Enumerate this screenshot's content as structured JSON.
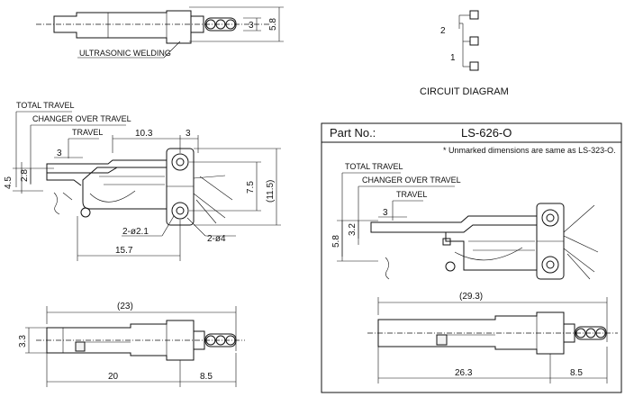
{
  "top_left_view": {
    "dim_3": "3",
    "dim_5_8": "5.8",
    "callout": "ULTRASONIC WELDING"
  },
  "circuit_diagram": {
    "title": "CIRCUIT DIAGRAM",
    "terminal_2": "2",
    "terminal_1": "1"
  },
  "side_view": {
    "total_travel": "TOTAL TRAVEL",
    "changer_over_travel": "CHANGER OVER TRAVEL",
    "travel": "TRAVEL",
    "dim_10_3": "10.3",
    "dim_3_top": "3",
    "dim_3_small": "3",
    "dim_2_8": "2.8",
    "dim_4_5": "4.5",
    "dim_7_5": "7.5",
    "dim_11_5": "(11.5)",
    "hole_1": "2-ø2.1",
    "hole_2": "2-ø4",
    "dim_15_7": "15.7"
  },
  "bottom_left_view": {
    "dim_23": "(23)",
    "dim_3_3": "3.3",
    "dim_20": "20",
    "dim_8_5": "8.5"
  },
  "variant_panel": {
    "part_no_label": "Part No.:",
    "part_no_value": "LS-626-O",
    "note": "* Unmarked dimensions are same as LS-323-O.",
    "total_travel": "TOTAL TRAVEL",
    "changer_over_travel": "CHANGER OVER TRAVEL",
    "travel": "TRAVEL",
    "dim_3": "3",
    "dim_3_2": "3.2",
    "dim_5_8": "5.8",
    "dim_29_3": "(29.3)",
    "dim_26_3": "26.3",
    "dim_8_5": "8.5"
  }
}
